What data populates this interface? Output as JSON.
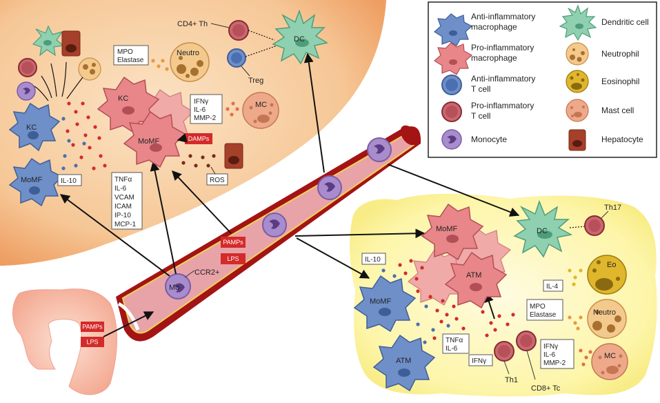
{
  "liver": {
    "cd4_th": "CD4+ Th",
    "treg": "Treg",
    "dc": "DC",
    "neutro": "Neutro",
    "mpo_box": [
      "MPO",
      "Elastase"
    ],
    "kc_pro": "KC",
    "kc_anti": "KC",
    "momf_pro": "MoMF",
    "momf_anti": "MoMF",
    "mc": "MC",
    "ifn_box": [
      "IFNγ",
      "IL-6",
      "MMP-2"
    ],
    "damps": "DAMPs",
    "ros": "ROS",
    "il10": "IL-10",
    "cyto_box": [
      "TNFα",
      "IL-6",
      "VCAM",
      "ICAM",
      "IP-10",
      "MCP-1"
    ]
  },
  "vessel": {
    "mo": "Mo",
    "ccr2": "CCR2+",
    "pamps": "PAMPs",
    "lps": "LPS"
  },
  "gut": {
    "pamps": "PAMPs",
    "lps": "LPS"
  },
  "adipose": {
    "th17": "Th17",
    "dc": "DC",
    "momf_pro": "MoMF",
    "atm_pro": "ATM",
    "momf_anti": "MoMF",
    "atm_anti": "ATM",
    "il10": "IL-10",
    "il4": "IL-4",
    "eo": "Eo",
    "neutro": "Neutro",
    "mpo_box": [
      "MPO",
      "Elastase"
    ],
    "mc": "MC",
    "ifn_box": [
      "IFNγ",
      "IL-6",
      "MMP-2"
    ],
    "tnf_box": [
      "TNFα",
      "IL-6"
    ],
    "ifng": "IFNγ",
    "th1": "Th1",
    "cd8": "CD8+ Tc"
  },
  "legend": {
    "items": [
      {
        "label": [
          "Anti-inflammatory",
          "macrophage"
        ]
      },
      {
        "label": [
          "Pro-inflammatory",
          "macrophage"
        ]
      },
      {
        "label": [
          "Anti-inflammatory",
          "T cell"
        ]
      },
      {
        "label": [
          "Pro-inflammatory",
          "T cell"
        ]
      },
      {
        "label": [
          "Monocyte"
        ]
      },
      {
        "label": [
          "Dendritic cell"
        ]
      },
      {
        "label": [
          "Neutrophil"
        ]
      },
      {
        "label": [
          "Eosinophil"
        ]
      },
      {
        "label": [
          "Mast cell"
        ]
      },
      {
        "label": [
          "Hepatocyte"
        ]
      }
    ]
  },
  "colors": {
    "anti_mac": "#6f8fc9",
    "pro_mac": "#e8868a",
    "anti_t": "#4b6fb0",
    "pro_t": "#b8505a",
    "monocyte": "#a98ccc",
    "dc": "#8fd0b0",
    "neutro": "#f3c98e",
    "eo": "#e0b62c",
    "mast": "#eea98a",
    "hepato": "#a5402a",
    "liver_bg": "#f6c99a",
    "adipose_bg": "#fdf6b4",
    "vessel": "#b01c1c"
  }
}
